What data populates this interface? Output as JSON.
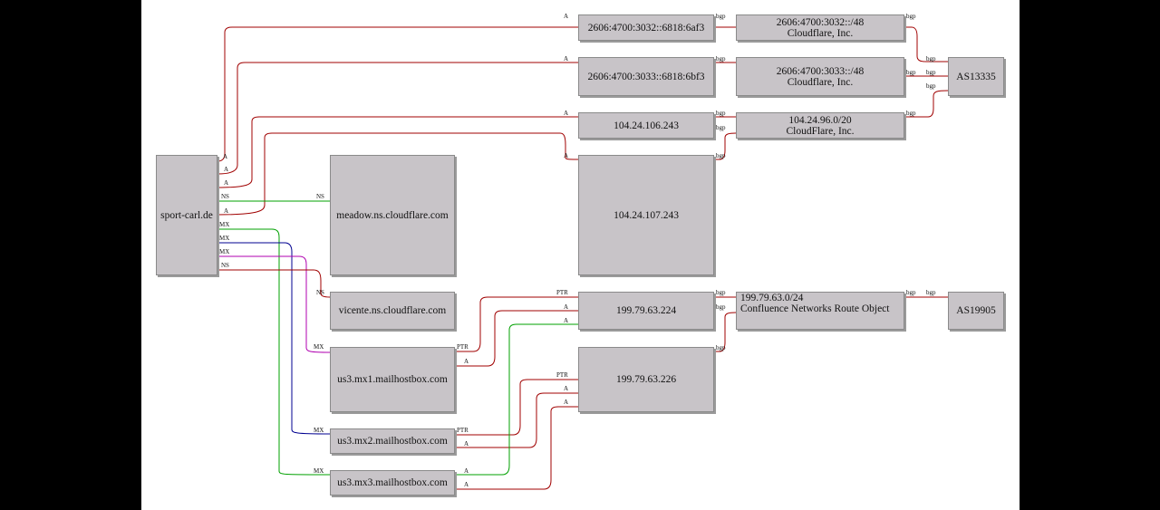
{
  "nodes": {
    "domain": "sport-carl.de",
    "meadow": "meadow.ns.cloudflare.com",
    "vicente": "vicente.ns.cloudflare.com",
    "mx1": "us3.mx1.mailhostbox.com",
    "mx2": "us3.mx2.mailhostbox.com",
    "mx3": "us3.mx3.mailhostbox.com",
    "ip6a": "2606:4700:3032::6818:6af3",
    "ip6b": "2606:4700:3033::6818:6bf3",
    "ip106": "104.24.106.243",
    "ip107": "104.24.107.243",
    "ip224": "199.79.63.224",
    "ip226": "199.79.63.226",
    "pfx6a": {
      "line1": "2606:4700:3032::/48",
      "line2": "Cloudflare, Inc."
    },
    "pfx6b": {
      "line1": "2606:4700:3033::/48",
      "line2": "Cloudflare, Inc."
    },
    "pfx96": {
      "line1": "104.24.96.0/20",
      "line2": "CloudFlare, Inc."
    },
    "pfx199": {
      "line1": "199.79.63.0/24",
      "line2": "Confluence Networks Route Object"
    },
    "as13335": "AS13335",
    "as19905": "AS19905"
  },
  "edge_labels": {
    "a": "A",
    "ns": "NS",
    "mx": "MX",
    "ptr": "PTR",
    "bgp": "bgp"
  },
  "colors": {
    "a_ptr_bgp": "#a00000",
    "ns_mx3": "#00a000",
    "mx2": "#000090",
    "mx1": "#b000b0"
  }
}
